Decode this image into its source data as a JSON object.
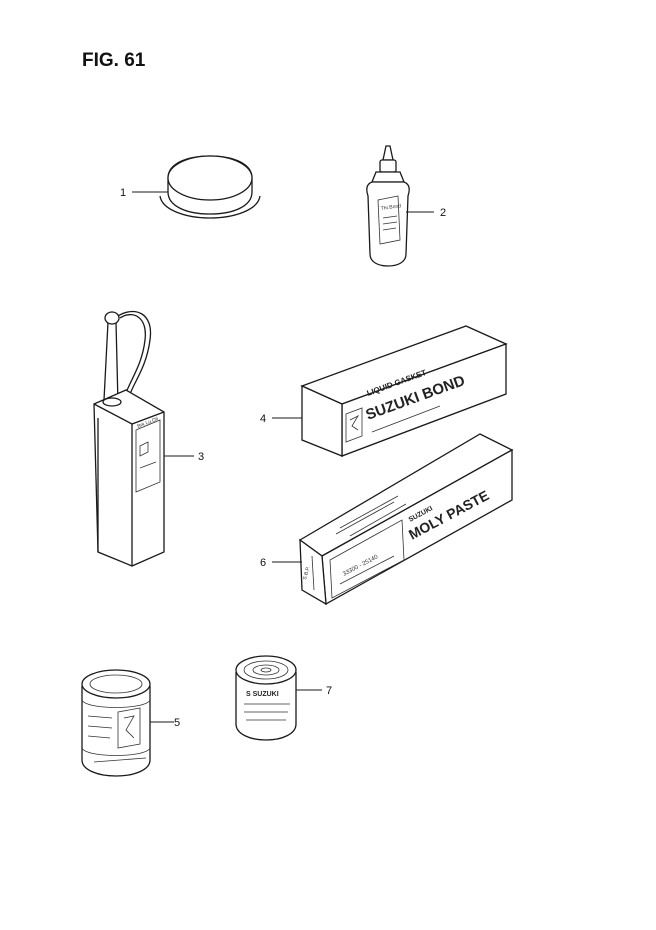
{
  "figure": {
    "title": "FIG. 61"
  },
  "callouts": [
    {
      "id": "1",
      "label": "1"
    },
    {
      "id": "2",
      "label": "2"
    },
    {
      "id": "3",
      "label": "3"
    },
    {
      "id": "4",
      "label": "4"
    },
    {
      "id": "5",
      "label": "5"
    },
    {
      "id": "6",
      "label": "6"
    },
    {
      "id": "7",
      "label": "7"
    }
  ],
  "part_labels": {
    "bottle_label": "Thr.Bond",
    "oil_can_label": "Brk Lu.Oil",
    "bond_box_header": "LIQUID GASKET",
    "bond_box_brand": "SUZUKI BOND",
    "paste_box_brand_small": "SUZUKI",
    "paste_box_brand": "MOLY PASTE",
    "paste_box_code": "33300 - 25140",
    "paste_box_side": "S.B.P.",
    "can7_brand": "S SUZUKI"
  }
}
